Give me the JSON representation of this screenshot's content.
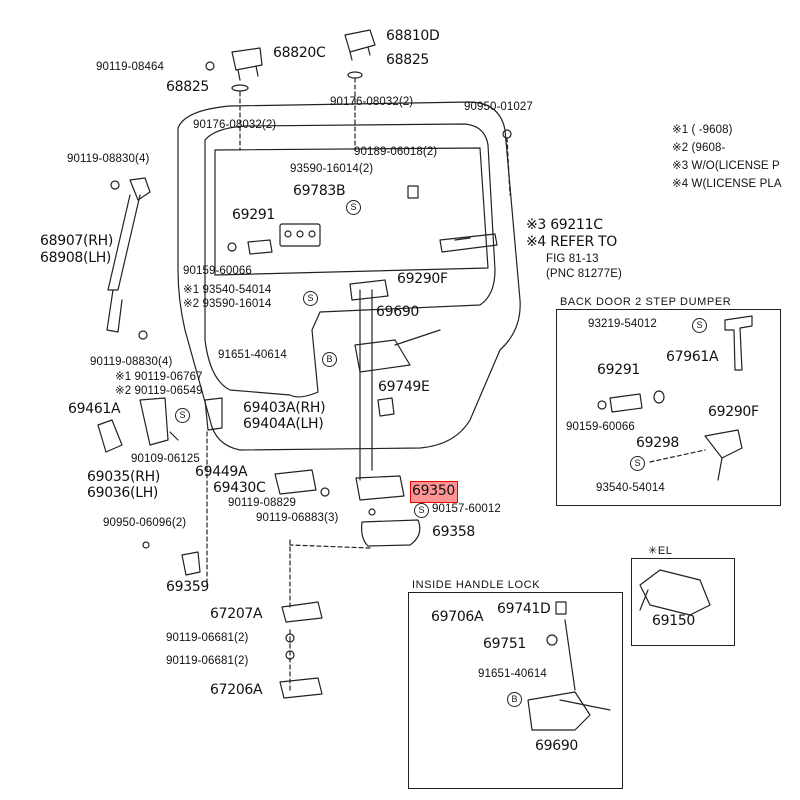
{
  "legend": {
    "n1": "※1 (      -9608)",
    "n2": "※2 (9608-",
    "n3": "※3 W/O(LICENSE P",
    "n4": "※4 W(LICENSE PLA"
  },
  "panels": {
    "dumper_title": "BACK DOOR 2 STEP DUMPER",
    "inside_title": "INSIDE HANDLE LOCK",
    "el_title": "✳EL"
  },
  "parts": {
    "p68810D": "68810D",
    "p68820C": "68820C",
    "p68825a": "68825",
    "p68825b": "68825",
    "p90119_08464": "90119-08464",
    "p90176_a": "90176-08032(2)",
    "p90176_b": "90176-08032(2)",
    "p90950_01027": "90950-01027",
    "p90119_08830a": "90119-08830(4)",
    "p90189": "90189-06018(2)",
    "p93590a": "93590-16014(2)",
    "p69783B": "69783B",
    "p69291": "69291",
    "p68907": "68907(RH)",
    "p68908": "68908(LH)",
    "p69211C": "※3 69211C",
    "p_refer": "※4 REFER TO",
    "p_fig": "FIG 81-13",
    "p_pnc": "(PNC 81277E)",
    "p90159a": "90159-60066",
    "p69290F": "69290F",
    "p93540a": "※1 93540-54014",
    "p93590b": "※2 93590-16014",
    "p69690a": "69690",
    "p90119_08830b": "90119-08830(4)",
    "p91651a": "91651-40614",
    "p90119_06767": "※1 90119-06767",
    "p90119_06549": "※2 90119-06549",
    "p69749E": "69749E",
    "p69461A": "69461A",
    "p69403A": "69403A(RH)",
    "p69404A": "69404A(LH)",
    "p90109": "90109-06125",
    "p69035": "69035(RH)",
    "p69036": "69036(LH)",
    "p69449A": "69449A",
    "p69430C": "69430C",
    "p90119_08829": "90119-08829",
    "p69350": "69350",
    "p90119_06883": "90119-06883(3)",
    "p90157": "90157-60012",
    "p90950_06096": "90950-06096(2)",
    "p69358": "69358",
    "p69359": "69359",
    "p67207A": "67207A",
    "p90119_06681a": "90119-06681(2)",
    "p90119_06681b": "90119-06681(2)",
    "p67206A": "67206A",
    "d93219": "93219-54012",
    "d67961A": "67961A",
    "d69291": "69291",
    "d90159": "90159-60066",
    "d69298": "69298",
    "d69290F": "69290F",
    "d93540": "93540-54014",
    "i69706A": "69706A",
    "i69741D": "69741D",
    "i69751": "69751",
    "i91651": "91651-40614",
    "i69690": "69690",
    "e69150": "69150"
  },
  "symbols": {
    "s": "S",
    "b": "B"
  }
}
